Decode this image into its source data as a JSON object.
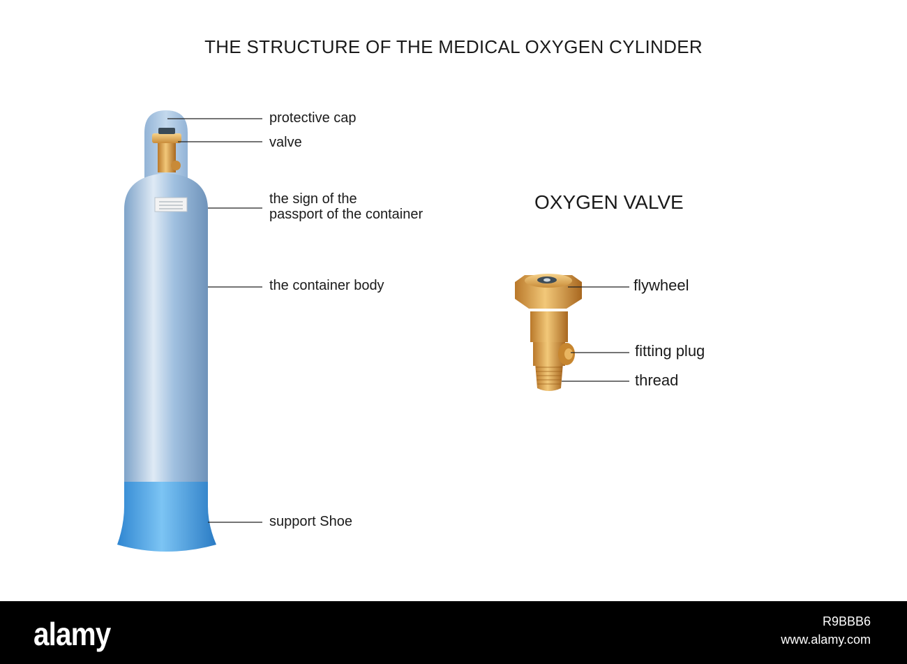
{
  "title": "THE STRUCTURE OF THE MEDICAL OXYGEN CYLINDER",
  "cylinder_labels": {
    "protective_cap": "protective cap",
    "valve": "valve",
    "passport_sign_line1": "the sign of the",
    "passport_sign_line2": "passport of the container",
    "container_body": "the container body",
    "support_shoe": "support Shoe"
  },
  "valve_section": {
    "title": "OXYGEN VALVE",
    "labels": {
      "flywheel": "flywheel",
      "fitting_plug": "fitting plug",
      "thread": "thread"
    }
  },
  "footer": {
    "logo": "alamy",
    "image_id": "R9BBB6",
    "url": "www.alamy.com"
  },
  "colors": {
    "cylinder_blue": "#8fb3d8",
    "shoe_blue": "#3f9be0",
    "brass": "#d9a14a",
    "leader_line": "#222222",
    "footer_bg": "#000000"
  }
}
